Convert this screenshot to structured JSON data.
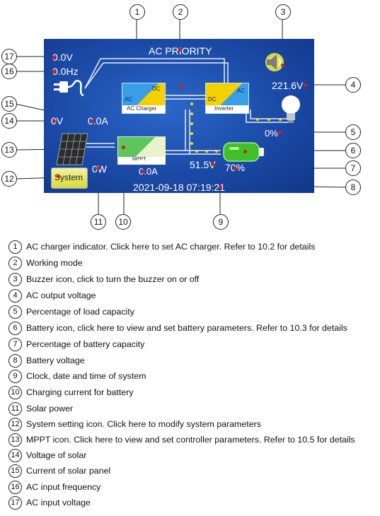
{
  "screen": {
    "mode_title": "AC PRIORITY",
    "ac_input_voltage": "0.0V",
    "ac_input_frequency": "0.0Hz",
    "ac_output_voltage": "221.6V",
    "solar_voltage": "0V",
    "solar_current": "0.0A",
    "load_percent": "0%",
    "battery_voltage": "51.5V",
    "battery_percent": "70%",
    "solar_power": "0W",
    "charge_current": "0.0A",
    "datetime": "2021-09-18  07:19:21",
    "system_button": "System",
    "charger": {
      "ac": "AC",
      "dc": "DC",
      "caption": "AC Charger"
    },
    "inverter": {
      "dc": "DC",
      "ac": "AC",
      "caption": "Inverter"
    },
    "mppt_caption": "MPPT",
    "colors": {
      "screen_bg": "#1b4aa6",
      "flow_dot": "#f2e600",
      "marker": "#e01818",
      "battery": "#3fbf2a"
    }
  },
  "callouts": [
    "1",
    "2",
    "3",
    "4",
    "5",
    "6",
    "7",
    "8",
    "9",
    "10",
    "11",
    "12",
    "13",
    "14",
    "15",
    "16",
    "17"
  ],
  "legend": [
    {
      "num": "1",
      "text": "AC charger  indicator. Click here to set AC charger. Refer to 10.2 for details"
    },
    {
      "num": "2",
      "text": "Working mode"
    },
    {
      "num": "3",
      "text": "Buzzer icon, click to turn the buzzer on or off"
    },
    {
      "num": "4",
      "text": "AC output voltage"
    },
    {
      "num": "5",
      "text": "Percentage of load capacity"
    },
    {
      "num": "6",
      "text": "Battery icon, click here to view and set battery parameters. Refer to 10.3 for details"
    },
    {
      "num": "7",
      "text": "Percentage of battery capacity"
    },
    {
      "num": "8",
      "text": "Battery voltage"
    },
    {
      "num": "9",
      "text": "Clock, date and time of system"
    },
    {
      "num": "10",
      "text": "Charging current for battery"
    },
    {
      "num": "11",
      "text": "Solar power"
    },
    {
      "num": "12",
      "text": "System setting icon. Click here to modify system parameters"
    },
    {
      "num": "13",
      "text": "MPPT icon. Click here to view and set controller parameters. Refer to 10.5 for details"
    },
    {
      "num": "14",
      "text": "Voltage of solar"
    },
    {
      "num": "15",
      "text": "Current of solar panel"
    },
    {
      "num": "16",
      "text": "AC input frequency"
    },
    {
      "num": "17",
      "text": "AC input voltage"
    }
  ]
}
